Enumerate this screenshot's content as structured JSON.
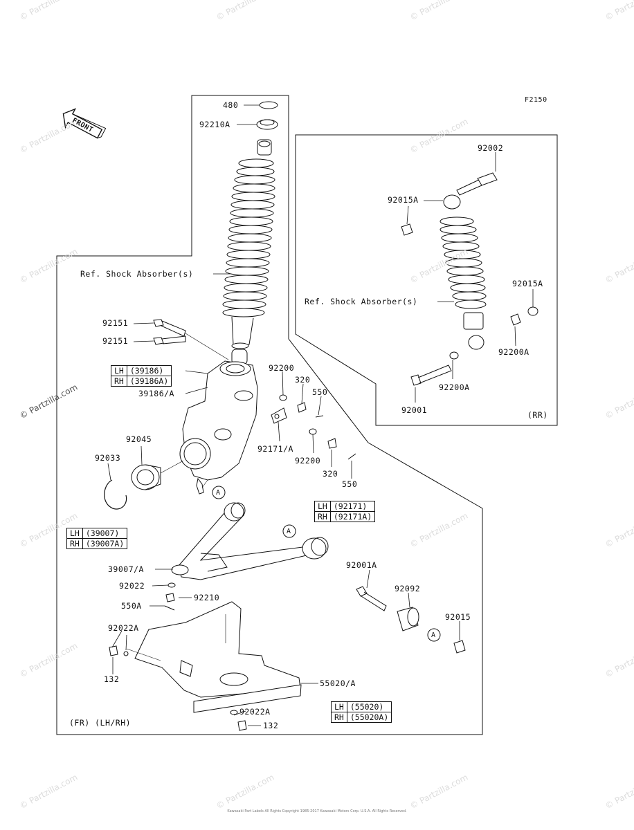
{
  "figure_code": "F2150",
  "front_label": "FRONT",
  "watermark": "© Partzilla.com",
  "ref_shock_front": "Ref. Shock Absorber(s)",
  "ref_shock_rear": "Ref. Shock Absorber(s)",
  "rr_label": "(RR)",
  "fr_label": "(FR) (LH/RH)",
  "callout_a": "A",
  "parts": {
    "p480": "480",
    "p92210a": "92210A",
    "p92151_1": "92151",
    "p92151_2": "92151",
    "p39186": "39186/A",
    "p92200_1": "92200",
    "p320_1": "320",
    "p550_1": "550",
    "p92171a": "92171/A",
    "p92200_2": "92200",
    "p320_2": "320",
    "p550_2": "550",
    "p92045": "92045",
    "p92033": "92033",
    "p39007": "39007/A",
    "p92022": "92022",
    "p92210": "92210",
    "p550a": "550A",
    "p92022a_1": "92022A",
    "p132_1": "132",
    "p55020": "55020/A",
    "p92022a_2": "92022A",
    "p132_2": "132",
    "p92001a": "92001A",
    "p92092": "92092",
    "p92015": "92015",
    "p92002": "92002",
    "p92015a_1": "92015A",
    "p92015a_2": "92015A",
    "p92200a_1": "92200A",
    "p92200a_2": "92200A",
    "p92001": "92001"
  },
  "tables": {
    "t39186": {
      "lh": "LH",
      "lh_val": "(39186)",
      "rh": "RH",
      "rh_val": "(39186A)"
    },
    "t92171": {
      "lh": "LH",
      "lh_val": "(92171)",
      "rh": "RH",
      "rh_val": "(92171A)"
    },
    "t39007": {
      "lh": "LH",
      "lh_val": "(39007)",
      "rh": "RH",
      "rh_val": "(39007A)"
    },
    "t55020": {
      "lh": "LH",
      "lh_val": "(55020)",
      "rh": "RH",
      "rh_val": "(55020A)"
    }
  },
  "footer": "Kawasaki Part Labels All Rights Copyright 1985-2017 Kawasaki Motors Corp. U.S.A. All Rights Reserved."
}
